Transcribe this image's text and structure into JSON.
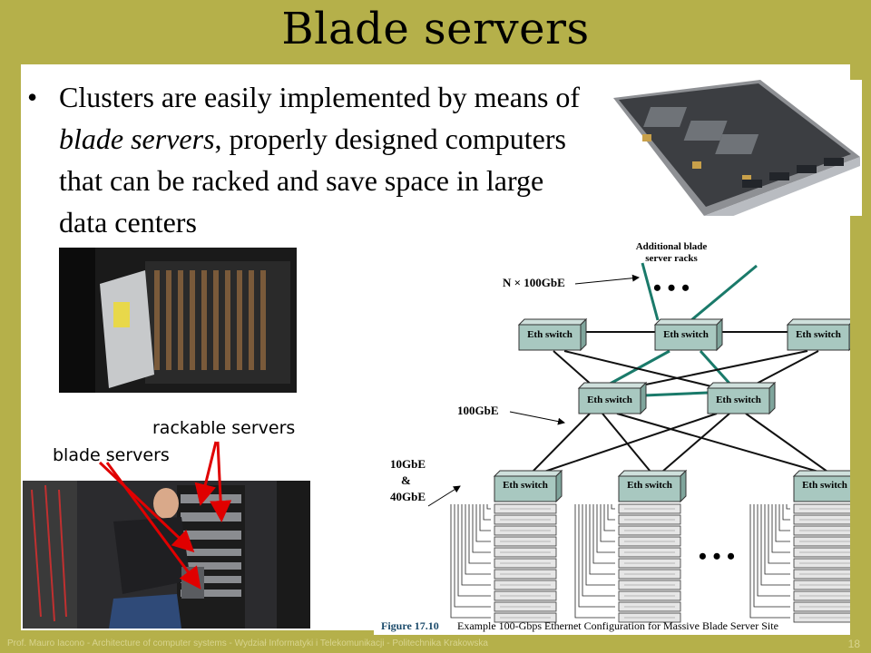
{
  "slide": {
    "title": "Blade servers",
    "bullet": {
      "pre": "Clusters are easily implemented by means of ",
      "emph": "blade servers",
      "post": ", properly designed computers that can be racked and save space in large data centers"
    },
    "labels": {
      "rackable": "rackable servers",
      "blade": "blade servers"
    },
    "footer": "Prof. Mauro Iacono - Architecture of computer systems - Wydział Informatyki i Telekomunikacji - Politechnika Krakowska",
    "page_number": "18"
  },
  "figure": {
    "additional_racks": "Additional blade server racks",
    "n100": "N × 100GbE",
    "gbe100": "100GbE",
    "gbe10": "10GbE",
    "amp": "&",
    "gbe40": "40GbE",
    "switch_label": "Eth switch",
    "ellipsis": "• • •",
    "caption_num": "Figure 17.10",
    "caption_text": "Example 100-Gbps Ethernet Configuration for Massive Blade Server Site"
  },
  "colors": {
    "background": "#b5b04a",
    "switch_fill": "#a8c8c0",
    "teal_link": "#1a7a6a",
    "arrow_red": "#e00000"
  }
}
